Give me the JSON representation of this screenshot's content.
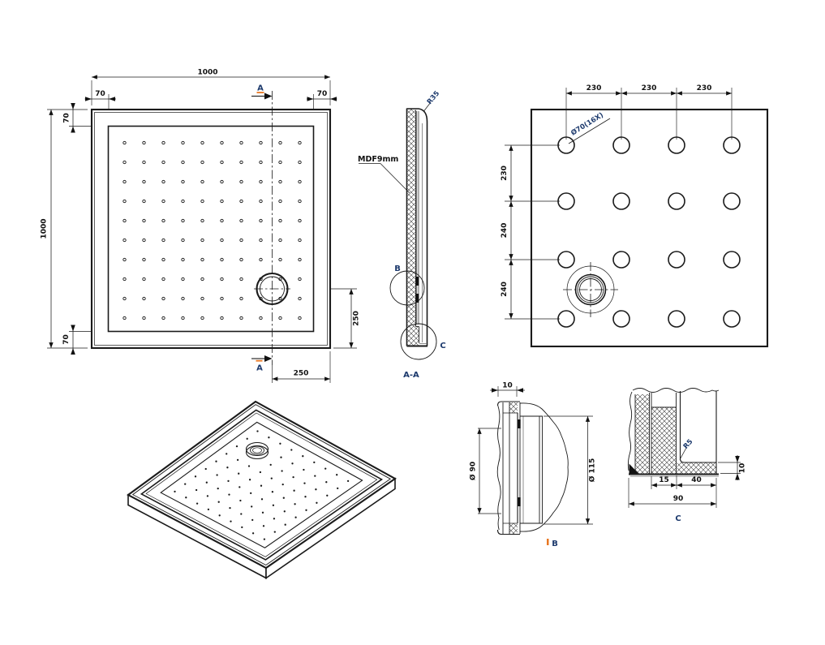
{
  "colors": {
    "line": "#1a1a1a",
    "label_blue": "#1d3a6d",
    "accent_orange": "#e87722",
    "gray": "#8f8f8f"
  },
  "plan_view": {
    "dim_width": "1000",
    "dim_height": "1000",
    "dim_rim_top_left": "70",
    "dim_rim_top_right": "70",
    "dim_rim_left_top": "70",
    "dim_rim_left_bottom": "70",
    "dim_drain_to_bottom": "250",
    "dim_drain_to_right": "250",
    "section_marker_top": "A",
    "section_marker_bottom": "A"
  },
  "section_view": {
    "label": "A-A",
    "fillet_callout": "R35",
    "material_callout": "MDF9mm",
    "detail_marker_b": "B",
    "detail_marker_c": "C"
  },
  "bottom_view": {
    "hole_callout": "Ø70(16X)",
    "col_dims": [
      "230",
      "230",
      "230"
    ],
    "row_dims": [
      "230",
      "240",
      "240"
    ]
  },
  "detail_b": {
    "label": "B",
    "dim_flange_width": "10",
    "dim_inner_diameter": "Ø 90",
    "dim_outer_diameter": "Ø 115"
  },
  "detail_c": {
    "label": "C",
    "fillet_callout": "R5",
    "dim_base_thickness": "10",
    "dim_wall": "15",
    "dim_ledge": "40",
    "dim_total_width": "90"
  }
}
